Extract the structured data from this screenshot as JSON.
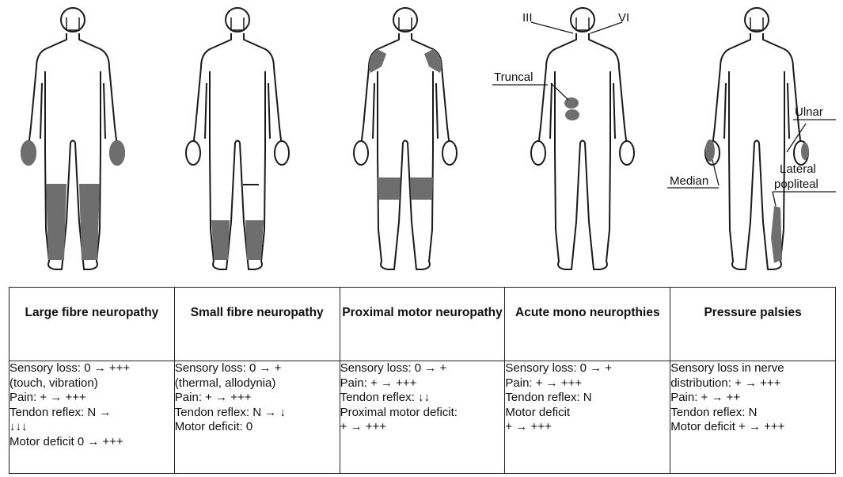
{
  "figure": {
    "labels": {
      "III": "III",
      "VI": "VI",
      "truncal": "Truncal",
      "ulnar": "Ulnar",
      "median": "Median",
      "lateral": "Lateral",
      "popliteal": "popliteal"
    },
    "colors": {
      "outline": "#1a1a1a",
      "shade": "#6e6e6e"
    }
  },
  "table": {
    "columns": [
      {
        "header": [
          "Large fibre",
          "neuropathy"
        ],
        "lines": [
          "Sensory loss: 0 → +++",
          "(touch, vibration)",
          "Pain: + → +++",
          "Tendon reflex: N →",
          "↓↓↓",
          "Motor deficit 0 → +++"
        ]
      },
      {
        "header": [
          "Small fibre",
          "neuropathy"
        ],
        "lines": [
          "Sensory loss: 0 → +",
          "(thermal, allodynia)",
          "Pain: + → +++",
          "Tendon reflex: N → ↓",
          "Motor deficit: 0"
        ]
      },
      {
        "header": [
          "Proximal",
          "motor",
          "neuropathy"
        ],
        "lines": [
          "Sensory loss: 0 → +",
          "Pain: + → +++",
          "Tendon reflex: ↓↓",
          "Proximal motor deficit:",
          "+ → +++"
        ]
      },
      {
        "header": [
          "Acute mono",
          "neuropthies"
        ],
        "lines": [
          "Sensory loss: 0 → +",
          "Pain: + → +++",
          "Tendon reflex: N",
          "Motor deficit",
          "+ → +++"
        ]
      },
      {
        "header": [
          "Pressure",
          "palsies"
        ],
        "lines": [
          "Sensory loss in nerve",
          "distribution: + → +++",
          "Pain: + → ++",
          "Tendon reflex: N",
          "Motor deficit  + → +++"
        ]
      }
    ]
  }
}
